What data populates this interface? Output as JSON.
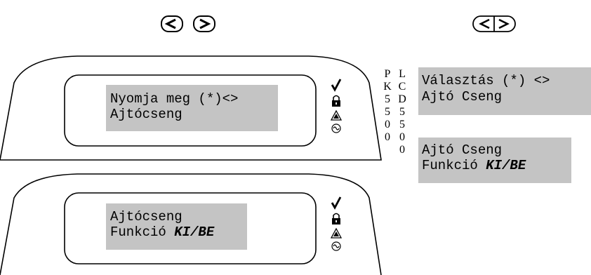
{
  "buttons": {
    "left_pair": [
      "<",
      ">"
    ],
    "right_pair": [
      "<",
      ">"
    ]
  },
  "pk5500": {
    "label_chars": [
      "P",
      "K",
      "5",
      "5",
      "0",
      "0"
    ],
    "screen1": {
      "line1": "Nyomja meg (*)<>",
      "line2": "Ajtócseng"
    },
    "screen2": {
      "line1": "Ajtócseng",
      "line2_prefix": "Funkció ",
      "line2_bold": "KI/BE"
    },
    "status_icons": [
      "check-icon",
      "lock-icon",
      "alert-triangle-icon",
      "ac-power-icon"
    ]
  },
  "lcd5500": {
    "label_chars": [
      "L",
      "C",
      "D",
      "5",
      "5",
      "0",
      "0"
    ],
    "screen1": {
      "line1": "Választás (*) <>",
      "line2": "Ajtó Cseng"
    },
    "screen2": {
      "line1": "Ajtó Cseng",
      "line2_prefix": "Funkció ",
      "line2_bold": "KI/BE"
    }
  },
  "colors": {
    "lcd_background": "#c4c4c4",
    "outline": "#000000"
  }
}
